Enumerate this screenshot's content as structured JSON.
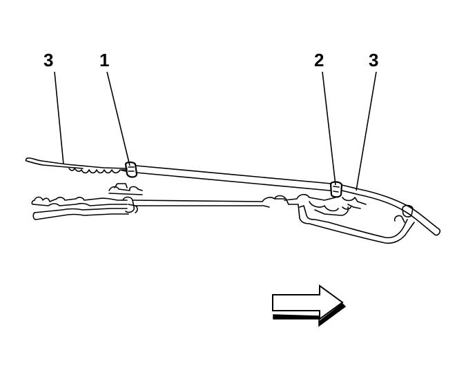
{
  "callouts": {
    "left_3": "3",
    "left_1": "1",
    "right_2": "2",
    "right_3": "3"
  },
  "icons": {
    "direction_arrow": "right-arrow-icon"
  },
  "colors": {
    "ink": "#000000",
    "background": "#ffffff"
  }
}
